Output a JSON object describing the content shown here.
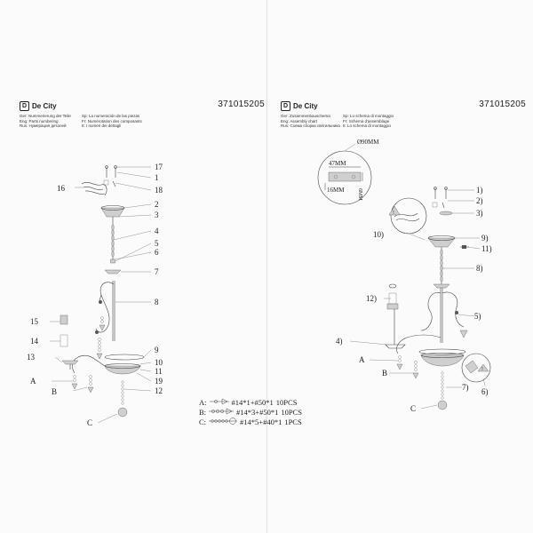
{
  "left_panel": {
    "brand": "De City",
    "logo_mark": "D",
    "code": "371015205",
    "legend": [
      [
        "Ger: Nummerierung der Teile",
        "Sp: La numeración de las piezas"
      ],
      [
        "Eng: Parts numbering",
        "Fr: Numérotation des composants"
      ],
      [
        "Rus: Нумерация деталей",
        "It: I numeri dei dettagli"
      ]
    ],
    "callouts": [
      "17",
      "1",
      "16",
      "18",
      "2",
      "3",
      "4",
      "5",
      "6",
      "7",
      "8",
      "15",
      "14",
      "9",
      "13",
      "10",
      "A",
      "11",
      "B",
      "19",
      "12",
      "C"
    ]
  },
  "right_panel": {
    "brand": "De City",
    "logo_mark": "D",
    "code": "371015205",
    "legend": [
      [
        "Ger: Zusammenbauschema",
        "Sp: Lo schema di montaggio"
      ],
      [
        "Eng: Assembly chart",
        "Fr: Schema d'assemblage"
      ],
      [
        "Rus: Схема сборки светильника",
        "It: Lo schema di montaggio"
      ]
    ],
    "diameter_label": "Ø90MM",
    "dim_47": "47MM",
    "dim_16": "16MM",
    "dim_6": "6MM",
    "callouts": [
      "1)",
      "2)",
      "3)",
      "9)",
      "10)",
      "11)",
      "8)",
      "12)",
      "5)",
      "4)",
      "A",
      "B",
      "6)",
      "7)",
      "C"
    ]
  },
  "parts_list": [
    {
      "letter": "A:",
      "spec": "#14*1+#50*1",
      "qty": "10PCS"
    },
    {
      "letter": "B:",
      "spec": "#14*3+#50*1",
      "qty": "10PCS"
    },
    {
      "letter": "C:",
      "spec": "#14*5+#40*1",
      "qty": "1PCS"
    }
  ]
}
